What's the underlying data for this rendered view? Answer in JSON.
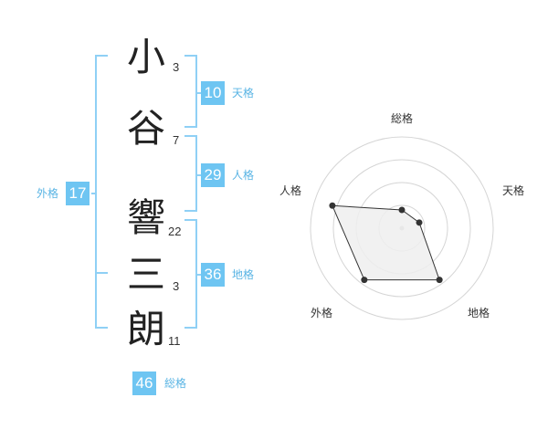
{
  "name": {
    "characters": [
      {
        "char": "小",
        "strokes": "3"
      },
      {
        "char": "谷",
        "strokes": "7"
      },
      {
        "char": "響",
        "strokes": "22"
      },
      {
        "char": "三",
        "strokes": "3"
      },
      {
        "char": "朗",
        "strokes": "11"
      }
    ]
  },
  "kakusu": {
    "tenkaku": {
      "value": "10",
      "label": "天格"
    },
    "jinkaku": {
      "value": "29",
      "label": "人格"
    },
    "chikaku": {
      "value": "36",
      "label": "地格"
    },
    "gaikaku": {
      "value": "17",
      "label": "外格"
    },
    "soukaku": {
      "value": "46",
      "label": "総格"
    }
  },
  "chart_data": {
    "type": "radar",
    "axes": [
      "総格",
      "天格",
      "地格",
      "外格",
      "人格"
    ],
    "values": [
      0.2,
      0.2,
      0.7,
      0.7,
      0.8
    ],
    "max": 1,
    "rings": 4,
    "colors": {
      "fill": "#eeeeee",
      "line": "#333333",
      "grid": "#d5d5d5",
      "point": "#333333"
    }
  },
  "colors": {
    "accent": "#6ec5f2",
    "bracket": "#8fd0f5",
    "label": "#59b4e4"
  }
}
